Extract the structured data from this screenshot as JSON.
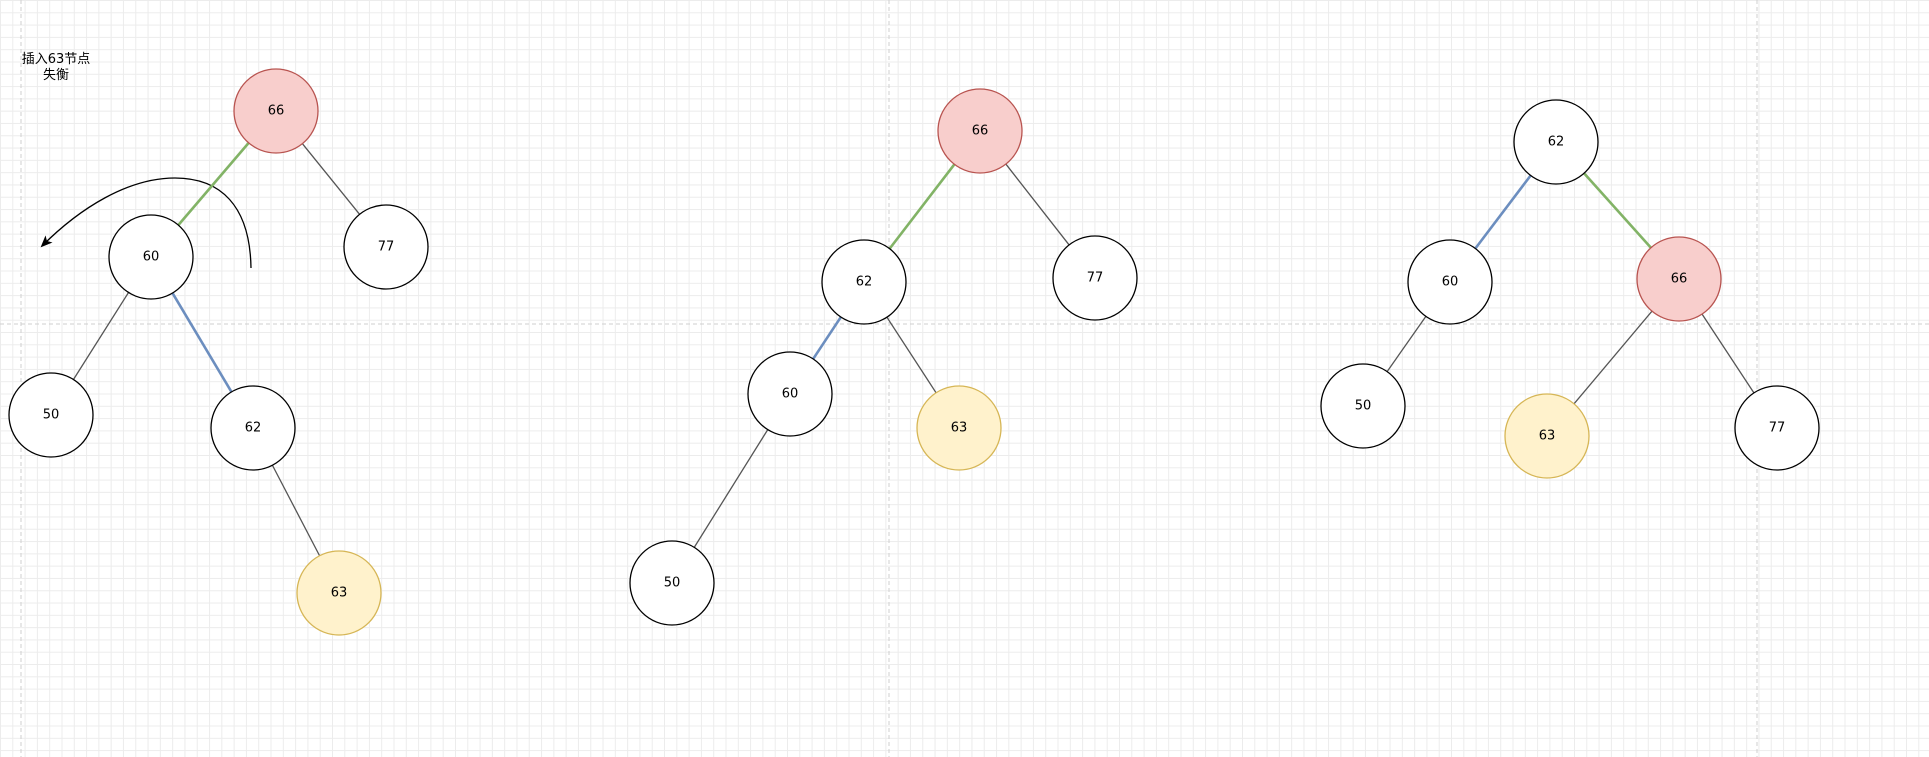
{
  "annotation": {
    "line1": "插入63节点",
    "line2": "失衡"
  },
  "colors": {
    "node_fill": "#ffffff",
    "node_stroke": "#000000",
    "unbalanced_fill": "#f8cecc",
    "unbalanced_stroke": "#b85450",
    "inserted_fill": "#fff2cc",
    "inserted_stroke": "#d6b656",
    "edge_default": "#555555",
    "edge_green": "#82b366",
    "edge_blue": "#6c8ebf"
  },
  "trees": [
    {
      "nodes": [
        {
          "id": "t1-66",
          "label": "66",
          "state": "unbalanced"
        },
        {
          "id": "t1-60",
          "label": "60",
          "state": "normal"
        },
        {
          "id": "t1-77",
          "label": "77",
          "state": "normal"
        },
        {
          "id": "t1-50",
          "label": "50",
          "state": "normal"
        },
        {
          "id": "t1-62",
          "label": "62",
          "state": "normal"
        },
        {
          "id": "t1-63",
          "label": "63",
          "state": "inserted"
        }
      ],
      "edges": [
        {
          "from": "t1-66",
          "to": "t1-60",
          "color": "green"
        },
        {
          "from": "t1-66",
          "to": "t1-77",
          "color": "default"
        },
        {
          "from": "t1-60",
          "to": "t1-50",
          "color": "default"
        },
        {
          "from": "t1-60",
          "to": "t1-62",
          "color": "blue"
        },
        {
          "from": "t1-62",
          "to": "t1-63",
          "color": "default"
        }
      ]
    },
    {
      "nodes": [
        {
          "id": "t2-66",
          "label": "66",
          "state": "unbalanced"
        },
        {
          "id": "t2-62",
          "label": "62",
          "state": "normal"
        },
        {
          "id": "t2-77",
          "label": "77",
          "state": "normal"
        },
        {
          "id": "t2-60",
          "label": "60",
          "state": "normal"
        },
        {
          "id": "t2-63",
          "label": "63",
          "state": "inserted"
        },
        {
          "id": "t2-50",
          "label": "50",
          "state": "normal"
        }
      ],
      "edges": [
        {
          "from": "t2-66",
          "to": "t2-62",
          "color": "green"
        },
        {
          "from": "t2-66",
          "to": "t2-77",
          "color": "default"
        },
        {
          "from": "t2-62",
          "to": "t2-60",
          "color": "blue"
        },
        {
          "from": "t2-62",
          "to": "t2-63",
          "color": "default"
        },
        {
          "from": "t2-60",
          "to": "t2-50",
          "color": "default"
        }
      ]
    },
    {
      "nodes": [
        {
          "id": "t3-62",
          "label": "62",
          "state": "normal"
        },
        {
          "id": "t3-60",
          "label": "60",
          "state": "normal"
        },
        {
          "id": "t3-66",
          "label": "66",
          "state": "unbalanced"
        },
        {
          "id": "t3-50",
          "label": "50",
          "state": "normal"
        },
        {
          "id": "t3-63",
          "label": "63",
          "state": "inserted"
        },
        {
          "id": "t3-77",
          "label": "77",
          "state": "normal"
        }
      ],
      "edges": [
        {
          "from": "t3-62",
          "to": "t3-60",
          "color": "blue"
        },
        {
          "from": "t3-62",
          "to": "t3-66",
          "color": "green"
        },
        {
          "from": "t3-60",
          "to": "t3-50",
          "color": "default"
        },
        {
          "from": "t3-66",
          "to": "t3-63",
          "color": "default"
        },
        {
          "from": "t3-66",
          "to": "t3-77",
          "color": "default"
        }
      ]
    }
  ]
}
